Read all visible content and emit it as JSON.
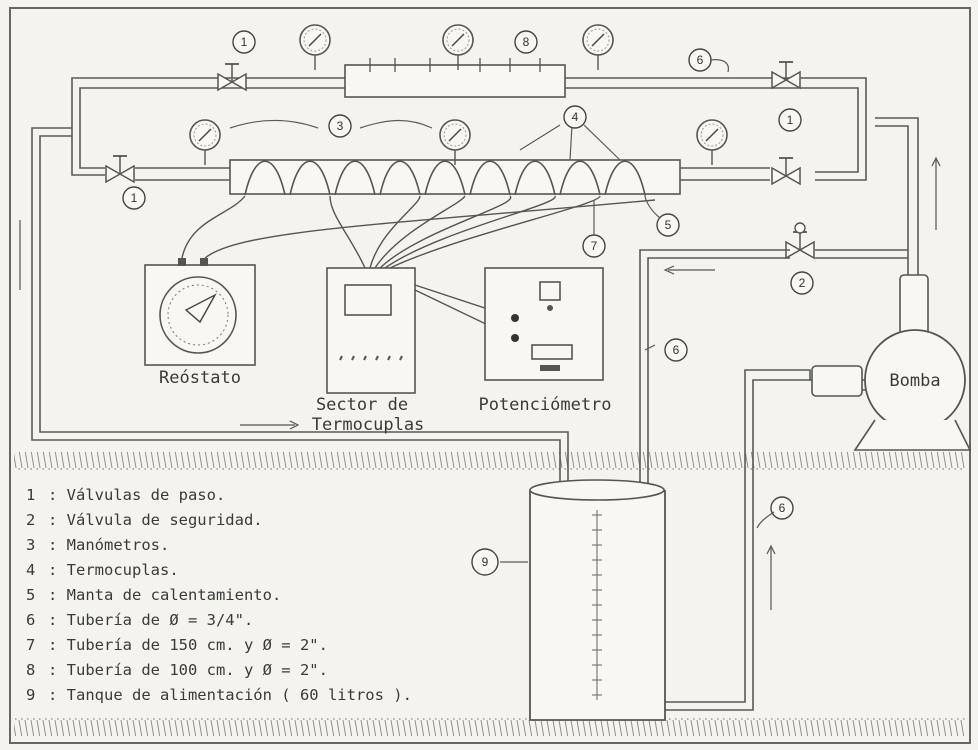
{
  "equipment": {
    "rheostat": "Reóstato",
    "thermocouple_sector_line1": "Sector de",
    "thermocouple_sector_line2": "Termocuplas",
    "potentiometer": "Potenciómetro",
    "pump": "Bomba"
  },
  "callouts": {
    "valve_top": "1",
    "valve_left": "1",
    "valve_right": "1",
    "safety_valve": "2",
    "manometers": "3",
    "thermocouples": "4",
    "heating_blanket": "5",
    "pipe_top": "6",
    "pipe_mid": "6",
    "pipe_bottom": "6",
    "pipe_150": "7",
    "pipe_100": "8",
    "tank": "9"
  },
  "legend": [
    {
      "num": "1",
      "text": ": Válvulas de paso."
    },
    {
      "num": "2",
      "text": ": Válvula de seguridad."
    },
    {
      "num": "3",
      "text": ": Manómetros."
    },
    {
      "num": "4",
      "text": ": Termocuplas."
    },
    {
      "num": "5",
      "text": ": Manta de calentamiento."
    },
    {
      "num": "6",
      "text": ": Tubería de Ø = 3/4\"."
    },
    {
      "num": "7",
      "text": ": Tubería de 150 cm. y Ø = 2\"."
    },
    {
      "num": "8",
      "text": ": Tubería de 100 cm. y Ø = 2\"."
    },
    {
      "num": "9",
      "text": ": Tanque de alimentación ( 60 litros )."
    }
  ]
}
